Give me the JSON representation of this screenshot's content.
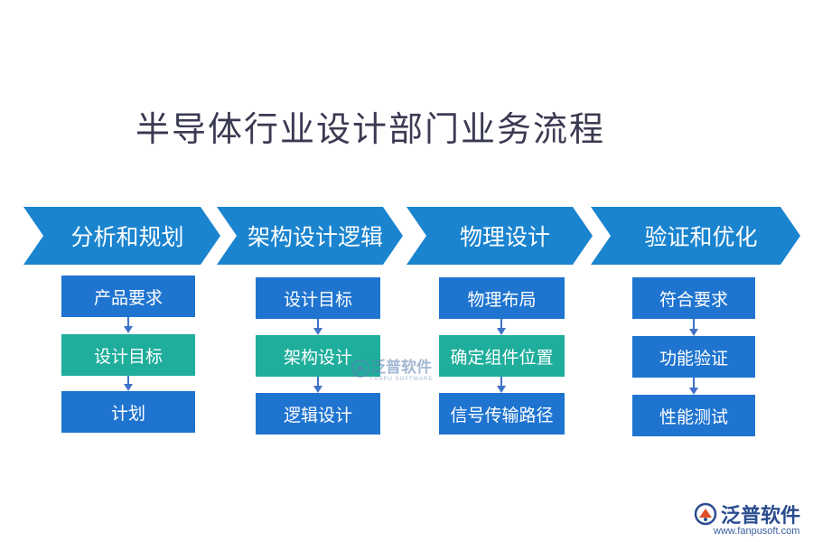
{
  "title": "半导体行业设计部门业务流程",
  "stages": [
    {
      "label": "分析和规划",
      "steps": [
        "产品要求",
        "设计目标",
        "计划"
      ]
    },
    {
      "label": "架构设计逻辑",
      "steps": [
        "设计目标",
        "架构设计",
        "逻辑设计"
      ]
    },
    {
      "label": "物理设计",
      "steps": [
        "物理布局",
        "确定组件位置",
        "信号传输路径"
      ]
    },
    {
      "label": "验证和优化",
      "steps": [
        "符合要求",
        "功能验证",
        "性能测试"
      ]
    }
  ],
  "watermark": {
    "cn": "泛普软件",
    "en": "FANPU SOFTWARE"
  },
  "logo": {
    "cn": "泛普软件",
    "url": "www.fanpusoft.com"
  },
  "colors": {
    "chevron": "#1a84cf",
    "box_blue": "#1f74d0",
    "box_teal": "#1fae9c",
    "arrow": "#3f72c8"
  }
}
